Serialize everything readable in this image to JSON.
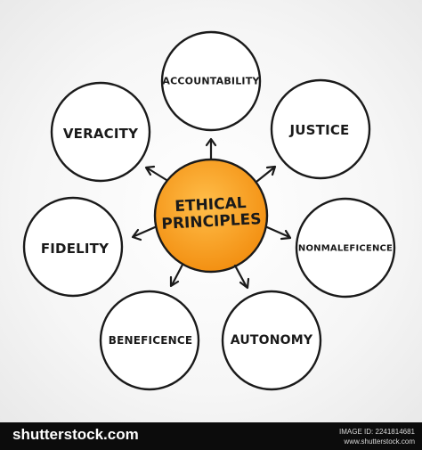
{
  "diagram": {
    "center": {
      "line1": "ETHICAL",
      "line2": "PRINCIPLES",
      "fill": "#f7a01c"
    },
    "nodes": {
      "accountability": "ACCOUNTABILITY",
      "veracity": "VERACITY",
      "justice": "JUSTICE",
      "fidelity": "FIDELITY",
      "nonmaleficence": "NONMALEFICENCE",
      "beneficence": "BENEFICENCE",
      "autonomy": "AUTONOMY"
    },
    "stroke_color": "#1a1a1a"
  },
  "footer": {
    "brand": "shutterstock.com",
    "image_id": "IMAGE ID: 2241814681",
    "site": "www.shutterstock.com"
  }
}
